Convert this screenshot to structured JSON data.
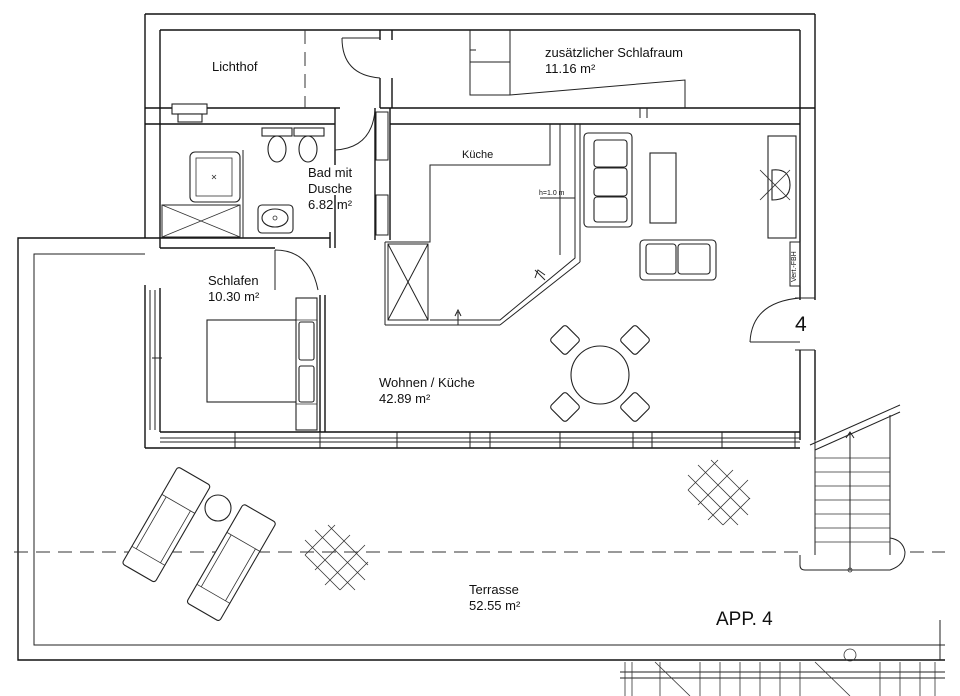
{
  "rooms": {
    "lichthof": {
      "name": "Lichthof"
    },
    "schlafraum": {
      "name": "zusätzlicher Schlafraum",
      "area": "11.16 m²"
    },
    "bad": {
      "name_line1": "Bad mit",
      "name_line2": "Dusche",
      "area": "6.82 m²"
    },
    "kueche": {
      "name": "Küche"
    },
    "schlafen": {
      "name": "Schlafen",
      "area": "10.30 m²"
    },
    "wohnen": {
      "name": "Wohnen / Küche",
      "area": "42.89 m²"
    },
    "terrasse": {
      "name": "Terrasse",
      "area": "52.55 m²"
    }
  },
  "annotations": {
    "counter_height": "h=1.0 m",
    "vert_fbh": "Vert.-FBH",
    "entrance_number": "4",
    "apartment_label": "APP. 4"
  }
}
